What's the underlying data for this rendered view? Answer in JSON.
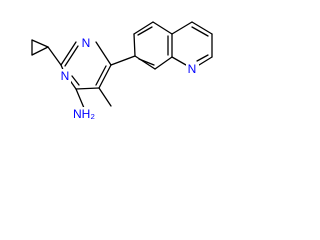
{
  "atom_labels": {
    "pyrimidine_n_top": "N",
    "pyrimidine_n_bottom": "N",
    "quinoline_n": "N",
    "amine": "NH₂"
  },
  "colors": {
    "bond": "#000000",
    "nitrogen": "#0000ff",
    "background": "#ffffff"
  }
}
